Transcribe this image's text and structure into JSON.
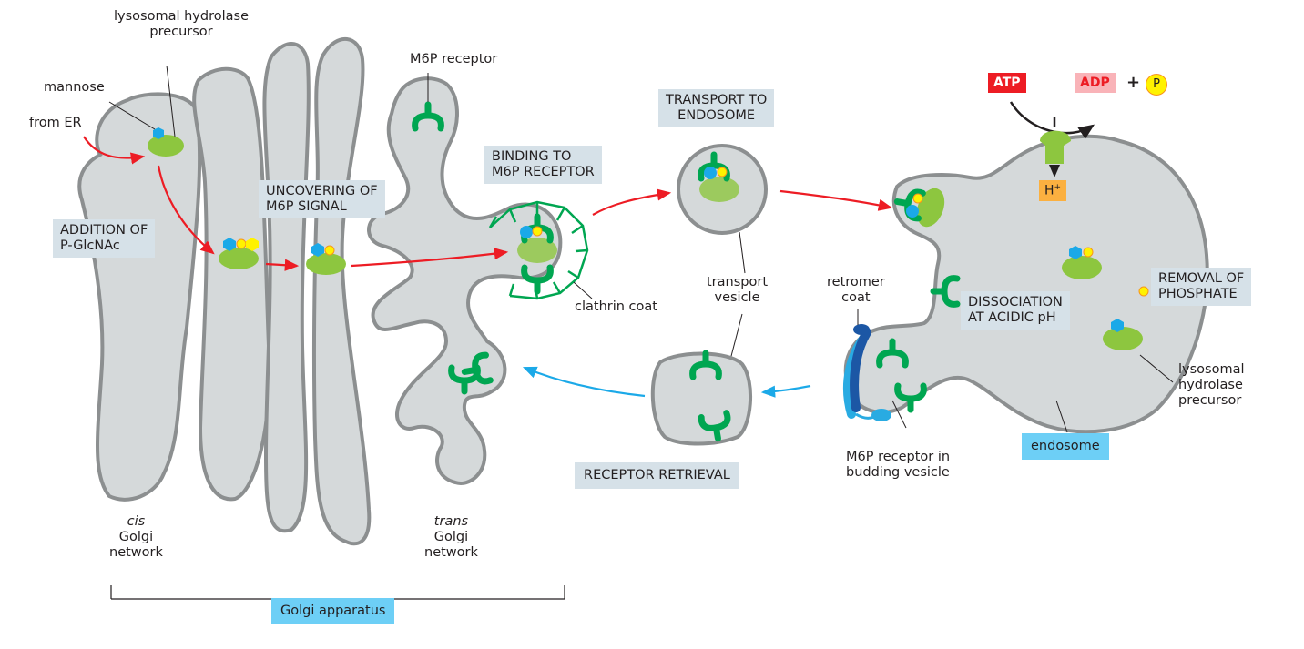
{
  "figure": {
    "labels": {
      "lysosomal_hydrolase_precursor_top": [
        "lysosomal hydrolase",
        "precursor"
      ],
      "mannose": "mannose",
      "from_er": "from ER",
      "m6p_receptor": "M6P receptor",
      "clathrin_coat": "clathrin coat",
      "transport_vesicle": [
        "transport",
        "vesicle"
      ],
      "retromer_coat": [
        "retromer",
        "coat"
      ],
      "m6p_receptor_budding": [
        "M6P receptor in",
        "budding vesicle"
      ],
      "lysosomal_hydrolase_precursor_right": [
        "lysosomal",
        "hydrolase",
        "precursor"
      ],
      "cis_golgi": {
        "italic": "cis",
        "lines": [
          "Golgi",
          "network"
        ]
      },
      "trans_golgi": {
        "italic": "trans",
        "lines": [
          "Golgi",
          "network"
        ]
      }
    },
    "steps": {
      "addition": [
        "ADDITION OF",
        "P-GlcNAc"
      ],
      "uncovering": [
        "UNCOVERING OF",
        "M6P SIGNAL"
      ],
      "binding": [
        "BINDING TO",
        "M6P RECEPTOR"
      ],
      "transport": [
        "TRANSPORT TO",
        "ENDOSOME"
      ],
      "dissociation": [
        "DISSOCIATION",
        "AT ACIDIC pH"
      ],
      "removal": [
        "REMOVAL OF",
        "PHOSPHATE"
      ],
      "retrieval": "RECEPTOR RETRIEVAL"
    },
    "tags": {
      "golgi_apparatus": "Golgi apparatus",
      "endosome": "endosome"
    },
    "pump": {
      "atp": "ATP",
      "adp": "ADP",
      "plus": "+",
      "phosphate": "P",
      "proton": "H",
      "proton_charge": "+"
    },
    "colors": {
      "membrane_fill": "#d5d9da",
      "membrane_stroke": "#8c8f90",
      "receptor": "#00a651",
      "hydrolase": "#8dc63f",
      "mannose": "#1ba9e8",
      "phosphate": "#fff200",
      "forward_arrow": "#ed1c24",
      "retrieval_arrow": "#1ba9e8",
      "retromer_dark": "#1c57a5",
      "retromer_light": "#29abe2",
      "step_box": "#d6e1e8",
      "tag_box": "#6dcff6"
    }
  }
}
